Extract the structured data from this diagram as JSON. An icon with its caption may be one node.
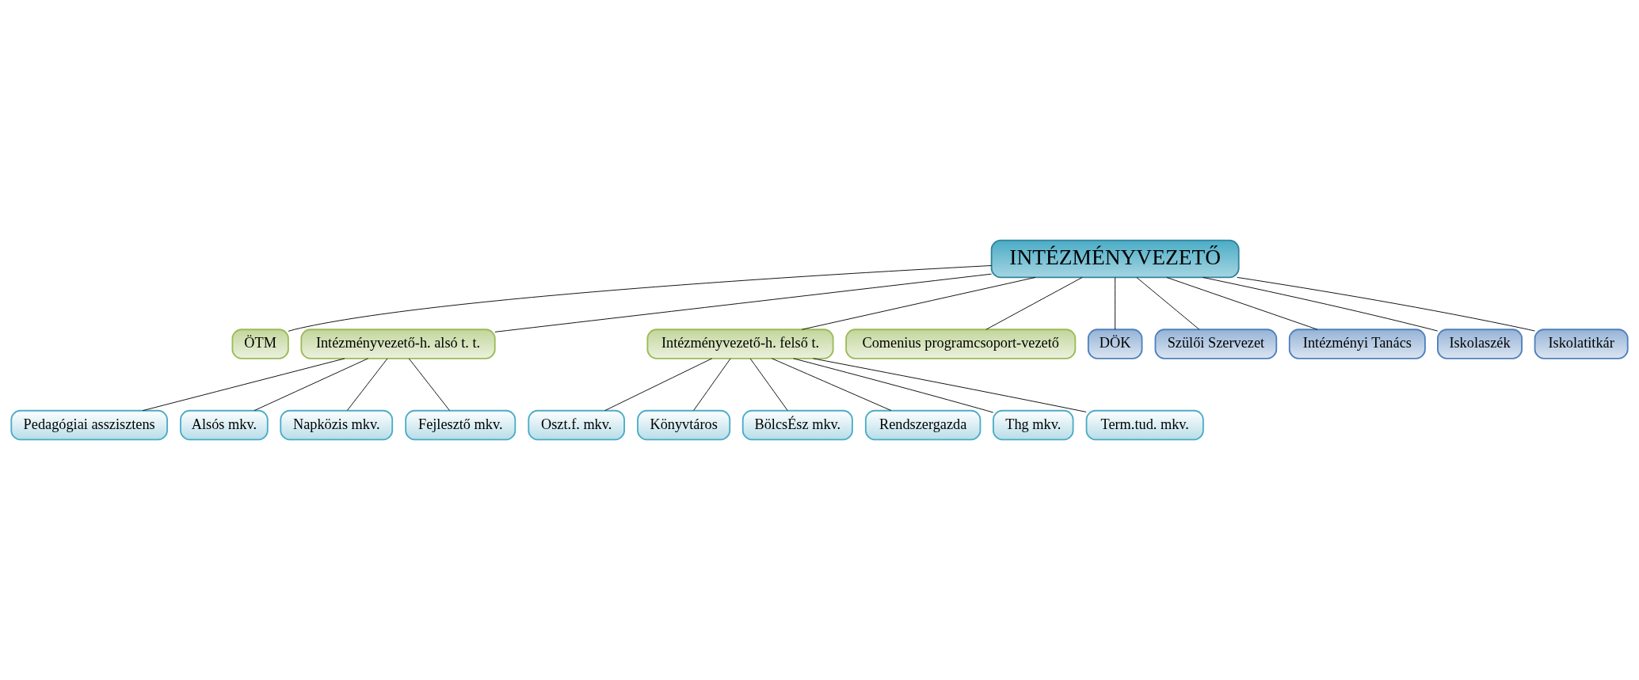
{
  "diagram": {
    "nodes": [
      {
        "text": [
          "INTÉZMÉNYVEZETŐ"
        ]
      },
      {
        "text": [
          "ÖTM"
        ]
      },
      {
        "text": [
          "Intézményvezető-h. alsó t. t."
        ]
      },
      {
        "text": [
          "Intézményvezető-h. felső t."
        ]
      },
      {
        "text": [
          "Comenius programcsoport-vezető"
        ]
      },
      {
        "text": [
          "DÖK"
        ]
      },
      {
        "text": [
          "Szülői Szervezet"
        ]
      },
      {
        "text": [
          "Intézményi Tanács"
        ]
      },
      {
        "text": [
          "Iskolaszék"
        ]
      },
      {
        "text": [
          "Iskolatitkár"
        ]
      },
      {
        "text": [
          "Pedagógiai asszisztens"
        ]
      },
      {
        "text": [
          "Alsós mkv."
        ]
      },
      {
        "text": [
          "Napközis mkv."
        ]
      },
      {
        "text": [
          "Fejlesztő mkv."
        ]
      },
      {
        "text": [
          "Oszt.f. mkv."
        ]
      },
      {
        "text": [
          "Könyvtáros"
        ]
      },
      {
        "text": [
          "BölcsÉsz mkv."
        ]
      },
      {
        "text": [
          "Rendszergazda"
        ]
      },
      {
        "text": [
          "Thg mkv."
        ]
      },
      {
        "text": [
          "Term.tud. mkv."
        ]
      }
    ],
    "edges": [
      {
        "from": 0,
        "to": 1,
        "arrow": "none"
      },
      {
        "from": 0,
        "to": 5,
        "arrow": "none"
      },
      {
        "from": 0,
        "to": 6,
        "arrow": "none"
      },
      {
        "from": 0,
        "to": 2,
        "arrow": "none"
      },
      {
        "from": 0,
        "to": 7,
        "arrow": "none"
      },
      {
        "from": 0,
        "to": 8,
        "arrow": "none"
      },
      {
        "from": 0,
        "to": 3,
        "arrow": "none"
      },
      {
        "from": 0,
        "to": 9,
        "arrow": "none"
      },
      {
        "from": 0,
        "to": 4,
        "arrow": "none"
      },
      {
        "from": 2,
        "to": 10,
        "arrow": "none"
      },
      {
        "from": 2,
        "to": 11,
        "arrow": "none"
      },
      {
        "from": 2,
        "to": 12,
        "arrow": "none"
      },
      {
        "from": 2,
        "to": 13,
        "arrow": "none"
      },
      {
        "from": 3,
        "to": 14,
        "arrow": "none"
      },
      {
        "from": 3,
        "to": 15,
        "arrow": "none"
      },
      {
        "from": 3,
        "to": 16,
        "arrow": "none"
      },
      {
        "from": 3,
        "to": 17,
        "arrow": "none"
      },
      {
        "from": 3,
        "to": 18,
        "arrow": "none"
      },
      {
        "from": 3,
        "to": 19,
        "arrow": "none"
      }
    ]
  }
}
